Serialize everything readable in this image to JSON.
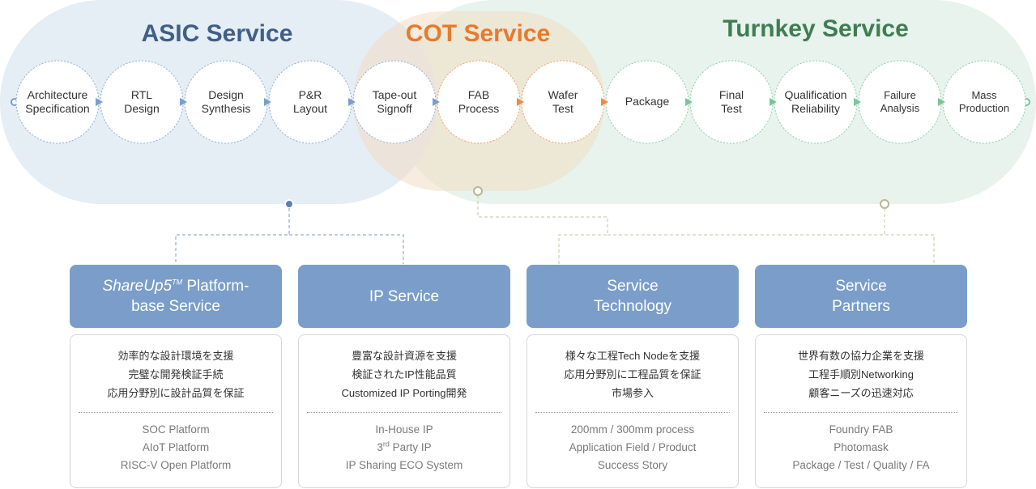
{
  "services": {
    "asic": {
      "title": "ASIC Service",
      "color": "#3f5f88"
    },
    "cot": {
      "title": "COT Service",
      "color": "#e67a2e"
    },
    "turnkey": {
      "title": "Turnkey Service",
      "color": "#3f7d52"
    }
  },
  "steps": [
    {
      "line1": "Architecture",
      "line2": "Specification"
    },
    {
      "line1": "RTL",
      "line2": "Design"
    },
    {
      "line1": "Design",
      "line2": "Synthesis"
    },
    {
      "line1": "P&R",
      "line2": "Layout"
    },
    {
      "line1": "Tape-out",
      "line2": "Signoff"
    },
    {
      "line1": "FAB",
      "line2": "Process"
    },
    {
      "line1": "Wafer",
      "line2": "Test"
    },
    {
      "line1": "Package",
      "line2": ""
    },
    {
      "line1": "Final",
      "line2": "Test"
    },
    {
      "line1": "Qualification",
      "line2": "Reliability"
    },
    {
      "line1": "Failure",
      "line2": "Analysis"
    },
    {
      "line1": "Mass",
      "line2": "Production"
    }
  ],
  "cards": [
    {
      "title_prefix": "ShareUp5",
      "title_sup": "TM",
      "title_line1_rest": " Platform-",
      "title_line2": "base Service",
      "jp": [
        "効率的な設計環境を支援",
        "完璧な開発検証手続",
        "応用分野別に設計品質を保証"
      ],
      "en": [
        "SOC Platform",
        "AIoT Platform",
        "RISC-V Open Platform"
      ]
    },
    {
      "title_line1": "IP Service",
      "title_line2": "",
      "jp": [
        "豊富な設計資源を支援",
        "検証されたIP性能品質",
        "Customized IP Porting開発"
      ],
      "en_first": "In-House IP",
      "en_sup_prefix": "3",
      "en_sup": "rd",
      "en_sup_rest": " Party IP",
      "en_last": "IP Sharing ECO System"
    },
    {
      "title_line1": "Service",
      "title_line2": "Technology",
      "jp": [
        "様々な工程Tech Nodeを支援",
        "応用分野別に工程品質を保証",
        "市場参入"
      ],
      "en": [
        "200mm / 300mm process",
        "Application Field / Product",
        "Success Story"
      ]
    },
    {
      "title_line1": "Service",
      "title_line2": "Partners",
      "jp": [
        "世界有数の協力企業を支援",
        "工程手順別Networking",
        "顧客ニーズの迅速対応"
      ],
      "en": [
        "Foundry FAB",
        "Photomask",
        "Package / Test / Quality / FA"
      ]
    }
  ]
}
